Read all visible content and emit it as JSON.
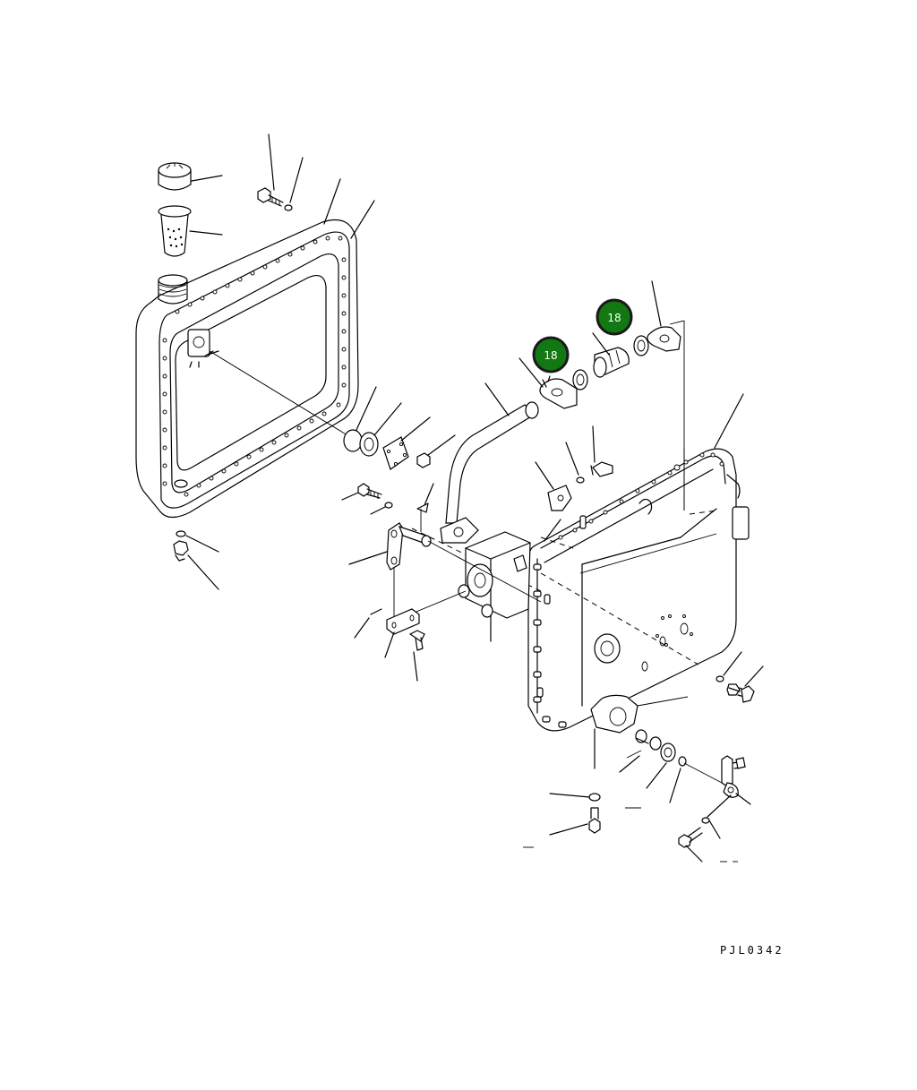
{
  "drawing": {
    "code": "PJL0342"
  },
  "callouts": [
    {
      "label": "18",
      "color": "#127812"
    },
    {
      "label": "18",
      "color": "#127812"
    }
  ],
  "colors": {
    "line": "#000000",
    "background": "#ffffff",
    "callout_fill": "#127812",
    "callout_ring": "#1a1a1a",
    "callout_text": "#ffffff"
  }
}
